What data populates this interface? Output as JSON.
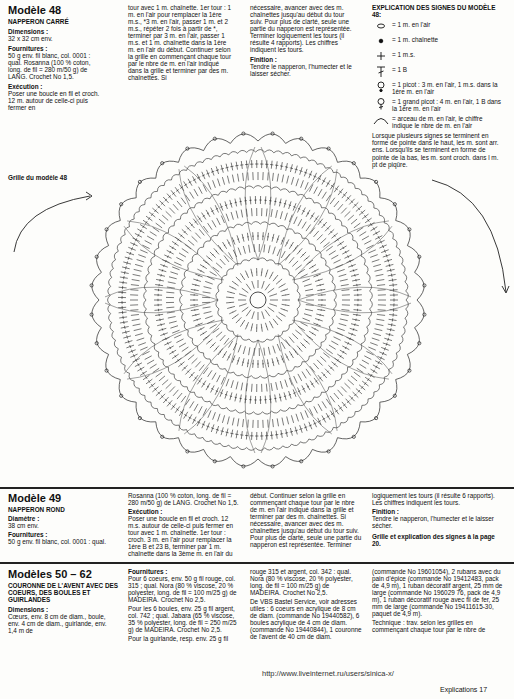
{
  "diagram": {
    "labels": [
      "Modèle 48",
      "NAPPERON CARRÉ",
      "Dimensions :",
      "32 x 32 cm env.",
      "Fournitures :",
      "50 g env. fil blanc, col. 0001 : qual. Rosanna (100 % coton, long. de fil = 280 m/50 g) de LANG. Crochet No 1,5.",
      "Exécution :",
      "Poser une boucle en fil et croch. 12 m. autour de celle-ci puis fermer en",
      "tour avec 1 m. chaînette. 1er tour : 1 m. en l'air pour remplacer la 1ère m.s., *3 m. en l'air, passer 1 m. et 2 m.s., répéter 2 fois à partir de *, terminer par 3 m. en l'air, passer 1 m.s. et 1 m. chaînette dans la 1ère m. en l'air du début. Continuer selon la grille en commençant chaque tour par le nbre de m. en l'air indiqué dans la grille et terminer par des m. chaînettes. Si",
      "nécessaire, avancer avec des m. chaînettes jusqu'au début du tour suiv. Pour plus de clarté, seule une partie du napperon est représentée. Terminer logiquement les tours (il résulte 4 rapports). Les chiffres indiquent les tours.",
      "Finition :",
      "Tendre le napperon, l'humecter et le laisser sécher.",
      "EXPLICATION DES SIGNES DU MODÈLE 48:",
      "Lorsque plusieurs signes se terminent en forme de pointe dans le haut, les m. sont arr. ens. Lorsqu'ils se terminent en forme de pointe de la bas, les m. sont croch. dans l m. pt de piqûre.",
      "Grille du modèle 48",
      "Modèle 49",
      "NAPPERON ROND",
      "Diamètre :",
      "38 cm env.",
      "Fournitures :",
      "50 g env. fil blanc, col. 0001 : qual.",
      "Rosanna (100 % coton, long. de fil = 280 m/50 g) de LANG. Crochet No 1,5.",
      "Exécution :",
      "Poser une boucle en fil et croch. 12 m.s. autour de celle-ci puis fermer en tour avec 1 m. chaînette. 1er tour : croch. 3 m. en l'air pour remplacer la 1ère B et 23 B, terminer par 1 m. chaînette dans la 3ème m. en l'air du",
      "début. Continuer selon la grille en commençant chaque tour par le nbre de m. en l'air indiqué dans la grille et terminer par des m. chaînettes. Si nécessaire, avancer avec des m. chaînettes jusqu'au début du tour suiv. Pour plus de clarté, seule une partie du napperon est représentée. Terminer",
      "logiquement les tours (il résulte 6 rapports). Les chiffres indiquent les tours.",
      "Finition :",
      "Tendre le napperon, l'humecter et le laisser sécher.",
      "Grille et explication des signes à la page 20.",
      "Modèles 50 – 62",
      "COURONNE DE L'AVENT AVEC DES COEURS, DES BOULES ET GUIRLANDES",
      "Dimensions :",
      "Cœurs, env. 8 cm de diam., boule, env. 4 cm de diam., guirlande, env. 1,4 m de",
      "Fournitures :",
      "Pour 6 coeurs, env. 50 g fil rouge, col. 315 ; qual. Nora (80 % viscose, 20 % polyester, long. de fil = 100 m/25 g) de MADEIRA. Crochet No 2,5.",
      "Pour les 6 boules, env. 25 g fil argent, col. 742 ; qual. Jabara (65 % viscose, 35 % polyester, long. de fil = 250 m/25 g) de MADEIRA. Crochet No 2,5.",
      "Pour la guirlande, resp. env. 25 g fil",
      "rouge 315 et argent, col. 342 : qual. Nora (80 % viscose, 20 % polyester, long. de fil = 100 m/25 g) de MADEIRA. Crochet No 2,5.",
      "De VBS Bastel Service, voir adresses utiles : 6 coeurs en acrylique de 8 cm de diam. (commande No 19440582), 6 boules acrylique de 4 cm de diam. (commande No 19440844), 1 couronne de l'avent de 40 cm de diam.",
      "(commande No 19601054), 2 rubans avec du pain d'épice (commande No 19412483, pack de 4,9 m), 1 ruban décoratif argent, 25 mm de large (commande No 196029 76, pack de 4,9 m), 1 ruban décoratif rouge avec fil de fer, 25 mm de large (commande No 19411615-30, paquet de 4,9 m).",
      "Technique : trav. selon les grilles en commençant chaque tour par le nbre de",
      "Explications 17",
      "http://www.liveinternet.ru/users/sinica-x/"
    ],
    "legend": [
      {
        "text": "= 1 m. en l'air"
      },
      {
        "text": "= 1 m. chaînette"
      },
      {
        "text": "= 1 m.s."
      },
      {
        "text": "= 1 B"
      },
      {
        "text": "= 1 picot : 3 m. en l'air, 1 m.s. dans la 1ère m. en l'air"
      },
      {
        "text": "= 1 grand picot : 4 m. en l'air, 1 B dans la 1ère m. en l'air"
      },
      {
        "text": "= arceau de m. en l'air, le chiffre indique le nbre de m. en l'air"
      }
    ]
  }
}
